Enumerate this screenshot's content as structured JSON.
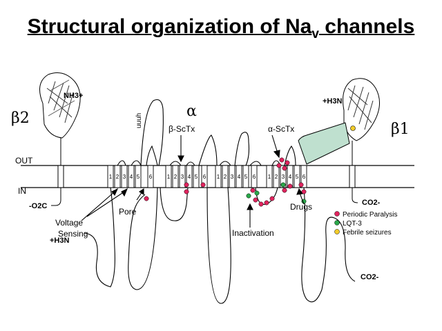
{
  "title": {
    "main": "Structural organization of Na",
    "sub": "v",
    "tail": " channels"
  },
  "labels": {
    "alpha": "α",
    "beta1": "β1",
    "beta2": "β2",
    "out": "OUT",
    "in": "IN",
    "nh3_left": "NH3+",
    "h3n_right": "+H3N",
    "o2c": "-O2C",
    "co2_beta1": "CO2-",
    "h3n_bottom": "+H3N",
    "co2_bottom": "CO2-",
    "pore": "Pore",
    "voltage1": "Voltage",
    "voltage2": "Sensing",
    "inactivation": "Inactivation",
    "drugs": "Drugs",
    "beta_sctx": "β-ScTx",
    "alpha_sctx": "α-ScTx",
    "uuuh": "uuuh"
  },
  "segment_numbers": [
    "1",
    "2",
    "3",
    "4",
    "5",
    "6"
  ],
  "legend": [
    {
      "label": "Periodic Paralysis",
      "color": "#e0245e"
    },
    {
      "label": "LQT-3",
      "color": "#2aa84a"
    },
    {
      "label": "Febrile seizures",
      "color": "#f2cc2a"
    }
  ],
  "colors": {
    "mutation_red": "#e0245e",
    "mutation_green": "#2aa84a",
    "mutation_yellow": "#f2cc2a",
    "beta_link": "#bfe0cf"
  }
}
